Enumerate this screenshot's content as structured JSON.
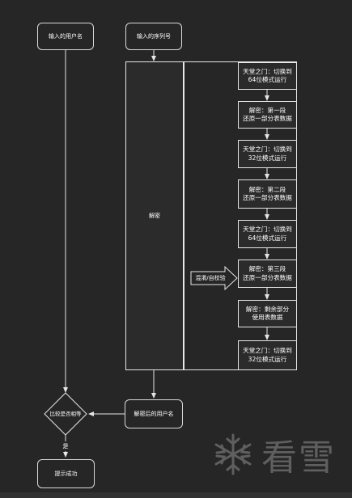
{
  "nodes": {
    "username_input": "输入的用户名",
    "serial_input": "输入的序列号",
    "decrypt": "解密",
    "obfuscation": "混淆/自校验",
    "steps": [
      "天堂之门：切换到\n64位模式运行",
      "解密：第一段\n还原一部分表数据",
      "天堂之门：切换到\n32位模式运行",
      "解密：第二段\n还原一部分表数据",
      "天堂之门：切换到\n64位模式运行",
      "解密：第三段\n还原一部分表数据",
      "解密：剩余部分\n使用表数据",
      "天堂之门：切换到\n32位模式运行"
    ],
    "decrypted_username": "解密后的用户名",
    "compare": "比较是否相等",
    "yes_label": "是",
    "success": "提示成功"
  },
  "colors": {
    "background": "#262626",
    "stroke": "#e6e6e6",
    "text": "#ffffff",
    "watermark": "#5f5f5f"
  },
  "watermark": {
    "text": "看雪",
    "icon": "snowflake-icon"
  }
}
